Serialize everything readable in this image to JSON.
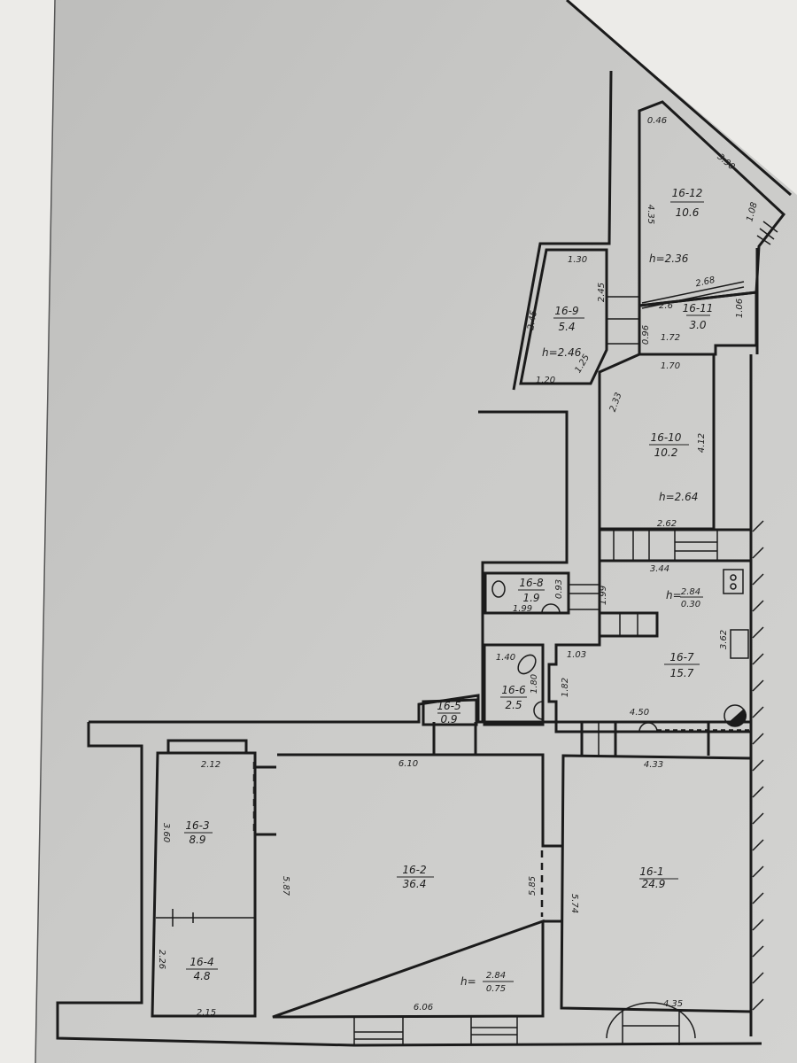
{
  "colors": {
    "paper": "#c8c8c6",
    "margin": "#ecebe8",
    "ink": "#1b1b1b"
  },
  "rooms": [
    {
      "id": "16-12",
      "area": "10.6",
      "height": "h=2.36",
      "dims": [
        "0.46",
        "3.90",
        "4.35",
        "1.08",
        "2.68"
      ]
    },
    {
      "id": "16-9",
      "area": "5.4",
      "height": "h=2.46",
      "dims": [
        "1.30",
        "2.45",
        "2.45",
        "1.25",
        "1.20"
      ]
    },
    {
      "id": "16-11",
      "area": "3.0",
      "dims": [
        "2.6",
        "0.96",
        "1.72",
        "1.70",
        "1.06"
      ]
    },
    {
      "id": "16-10",
      "area": "10.2",
      "height": "h=2.64",
      "dims": [
        "4.12",
        "2.33",
        "2.62"
      ]
    },
    {
      "id": "16-7",
      "area": "15.7",
      "h_prefix": "h=",
      "h_num": "2.84",
      "h_den": "0.30",
      "dims": [
        "3.44",
        "1.99",
        "3.62",
        "1.03",
        "1.82",
        "4.50"
      ]
    },
    {
      "id": "16-8",
      "area": "1.9",
      "dims": [
        "1.99",
        "0.93"
      ]
    },
    {
      "id": "16-6",
      "area": "2.5",
      "dims": [
        "1.40",
        "1.80"
      ]
    },
    {
      "id": "16-5",
      "area": "0.9"
    },
    {
      "id": "16-3",
      "area": "8.9",
      "dims": [
        "2.12",
        "3.60"
      ]
    },
    {
      "id": "16-4",
      "area": "4.8",
      "dims": [
        "2.26",
        "2.15"
      ]
    },
    {
      "id": "16-2",
      "area": "36.4",
      "h_prefix": "h=",
      "h_num": "2.84",
      "h_den": "0.75",
      "dims": [
        "6.10",
        "5.87",
        "5.85",
        "6.06"
      ]
    },
    {
      "id": "16-1",
      "area": "24.9",
      "dims": [
        "4.33",
        "5.74",
        "4.35"
      ]
    }
  ]
}
